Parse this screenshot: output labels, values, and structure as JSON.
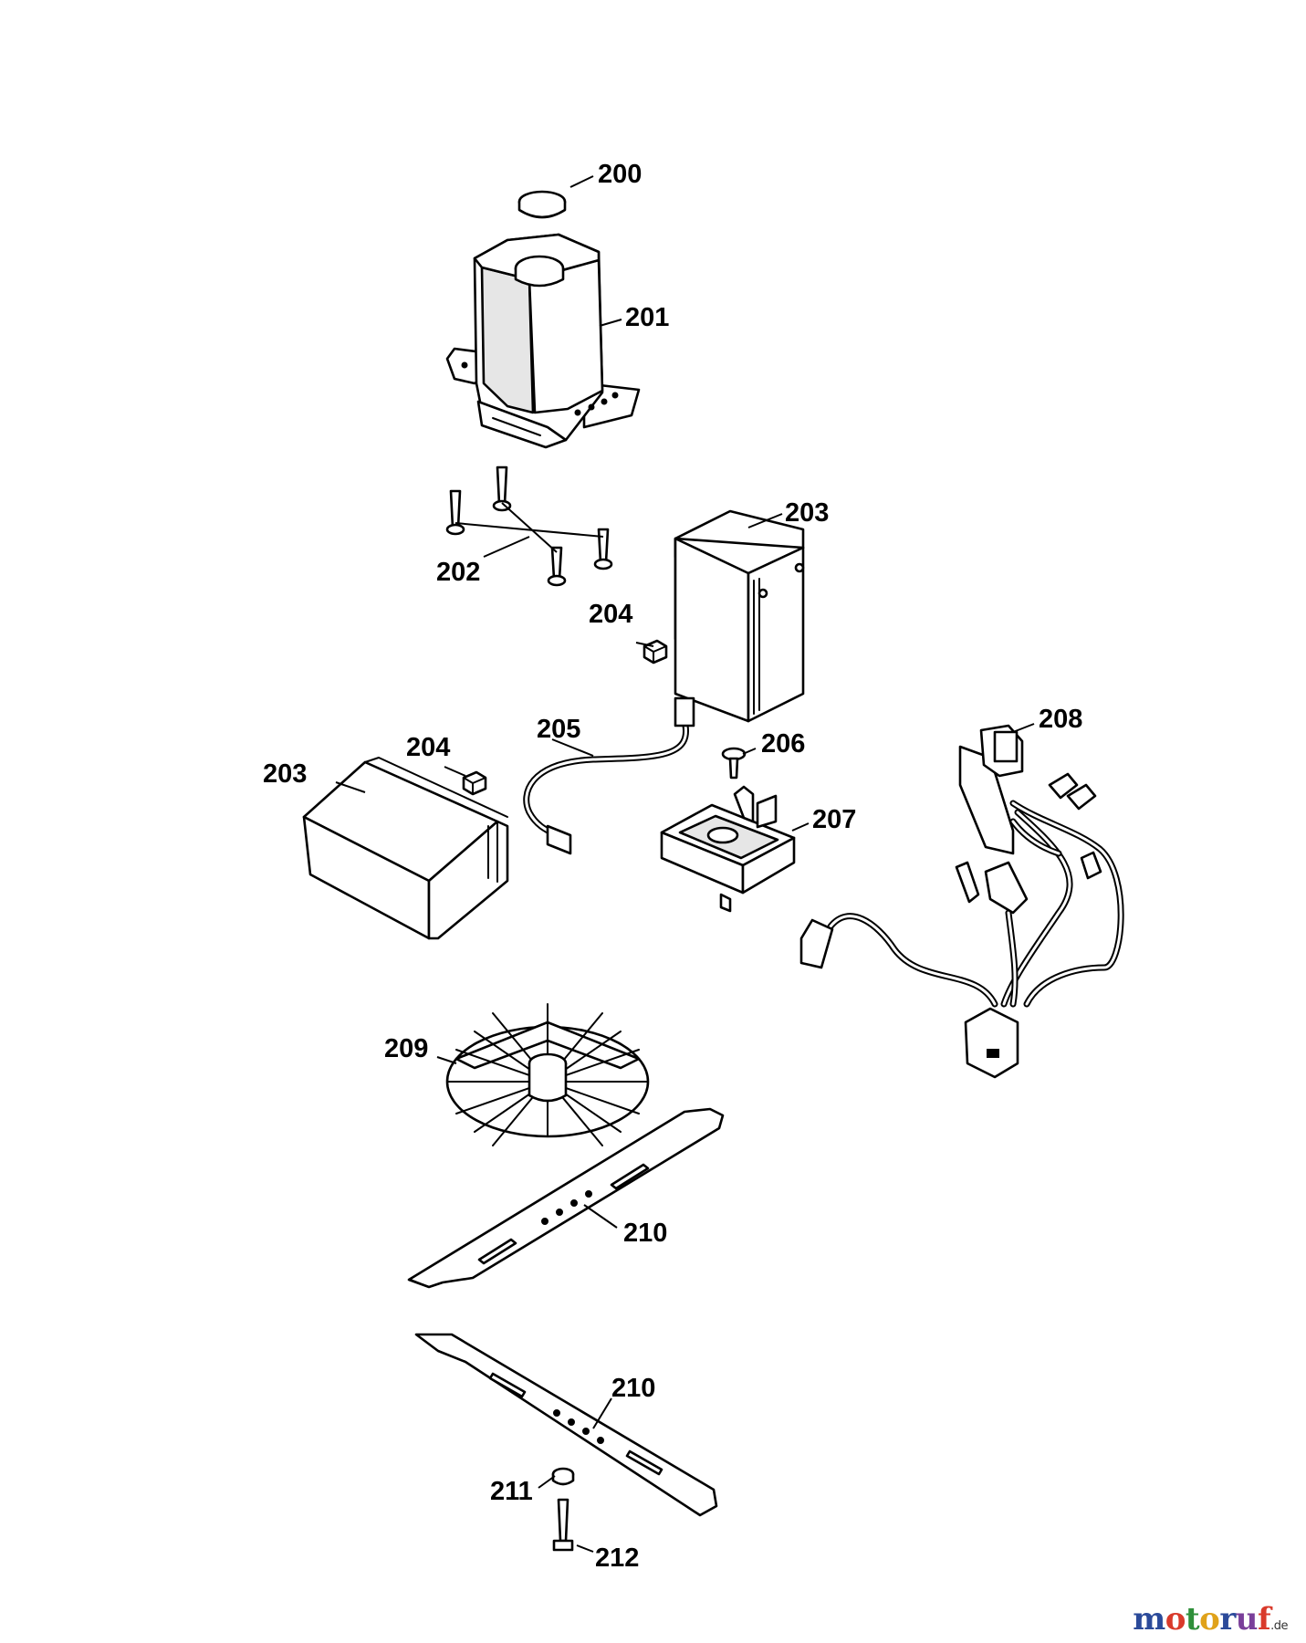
{
  "callouts": {
    "c200": "200",
    "c201": "201",
    "c202": "202",
    "c203_upper": "203",
    "c203_lower": "203",
    "c204_upper": "204",
    "c204_lower": "204",
    "c205": "205",
    "c206": "206",
    "c207": "207",
    "c208": "208",
    "c209": "209",
    "c210_upper": "210",
    "c210_lower": "210",
    "c211": "211",
    "c212": "212"
  },
  "watermark": {
    "letters": [
      "m",
      "o",
      "t",
      "o",
      "r",
      "u",
      "f"
    ],
    "colors": [
      "#2b4a9a",
      "#d93a2b",
      "#2f8f3a",
      "#e0a21a",
      "#2b4a9a",
      "#7a3f9a",
      "#d93a2b"
    ],
    "suffix": ".de"
  }
}
